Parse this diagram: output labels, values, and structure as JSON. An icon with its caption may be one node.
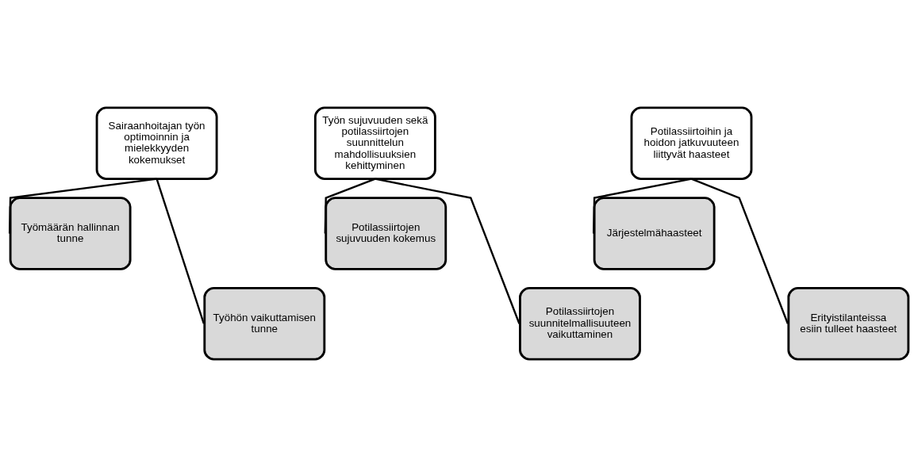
{
  "diagram": {
    "nodes": [
      {
        "text": [
          "Sairaanhoitajan työn optimoinnin ja mielekkyyden kokemukset"
        ]
      },
      {
        "text": [
          "Työmäärän hallinnan tunne"
        ]
      },
      {
        "text": [
          "Työhön vaikuttamisen tunne"
        ]
      },
      {
        "text": [
          "Työn sujuvuuden sekä potilassiirtojen suunnittelun mahdollisuuksien kehittyminen"
        ]
      },
      {
        "text": [
          "Potilassiirtojen sujuvuuden kokemus"
        ]
      },
      {
        "text": [
          "Potilassiirtojen suunnitelmallisuuteen vaikuttaminen"
        ]
      },
      {
        "text": [
          "Potilassiirtoihin ja hoidon jatkuvuuteen liittyvät haasteet"
        ]
      },
      {
        "text": [
          "Järjestelmähaasteet"
        ]
      },
      {
        "text": [
          "Erityistilanteissa esiin tulleet haasteet"
        ]
      }
    ],
    "edges": [
      {
        "from": 0,
        "to": 1,
        "arrow": "none"
      },
      {
        "from": 0,
        "to": 2,
        "arrow": "none"
      },
      {
        "from": 3,
        "to": 4,
        "arrow": "none"
      },
      {
        "from": 3,
        "to": 5,
        "arrow": "none"
      },
      {
        "from": 6,
        "to": 7,
        "arrow": "none"
      },
      {
        "from": 6,
        "to": 8,
        "arrow": "none"
      }
    ]
  }
}
